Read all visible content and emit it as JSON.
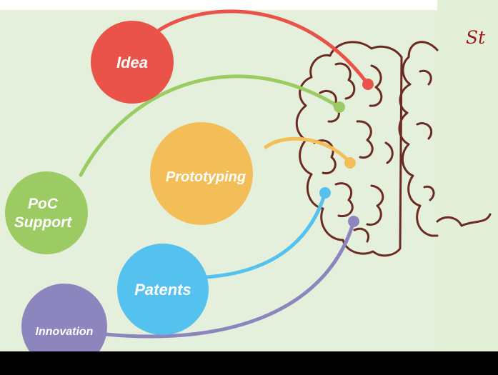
{
  "heading": "St",
  "nodes": [
    {
      "id": "idea",
      "label_lines": [
        "Idea"
      ],
      "color": "#e9534a"
    },
    {
      "id": "poc",
      "label_lines": [
        "PoC",
        "Support"
      ],
      "color": "#9ccb64"
    },
    {
      "id": "prototyping",
      "label_lines": [
        "Prototyping"
      ],
      "color": "#f3be58"
    },
    {
      "id": "patents",
      "label_lines": [
        "Patents"
      ],
      "color": "#55c1ee"
    },
    {
      "id": "innovation",
      "label_lines": [
        "Innovation"
      ],
      "color": "#8d85bd"
    }
  ],
  "colors": {
    "background": "#e5f0dc",
    "brain_outline": "#6b2b22",
    "heading": "#9e1a1a"
  }
}
